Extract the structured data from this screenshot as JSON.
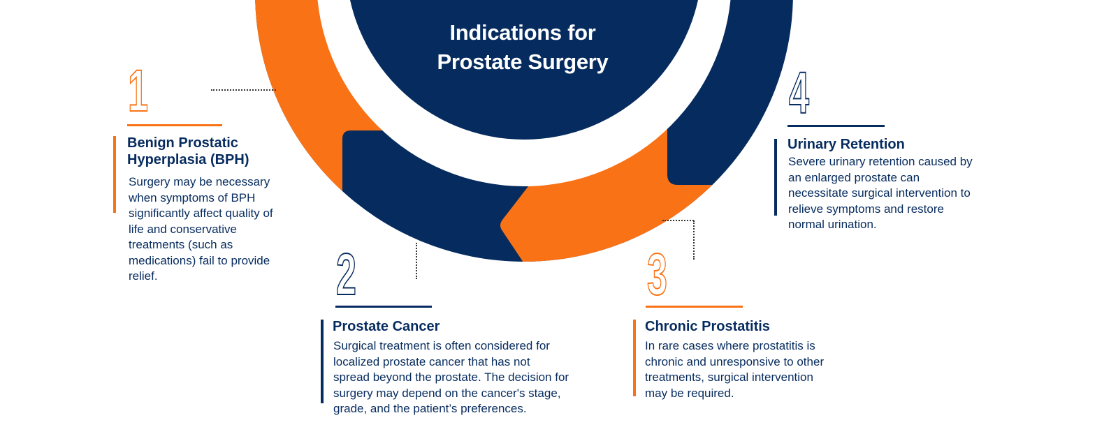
{
  "title": {
    "line1": "Indications for",
    "line2": "Prostate Surgery"
  },
  "colors": {
    "navy": "#062b5e",
    "orange": "#f97316"
  },
  "items": [
    {
      "number": "1",
      "title": "Benign Prostatic\nHyperplasia (BPH)",
      "description": "Surgery may be necessary\nwhen symptoms of BPH\nsignificantly affect quality of\nlife and conservative\ntreatments (such as\nmedications) fail to provide\nrelief."
    },
    {
      "number": "2",
      "title": "Prostate Cancer",
      "description": "Surgical treatment is often considered for\nlocalized prostate cancer that has not\nspread beyond the prostate. The decision for\nsurgery may depend on the cancer's stage,\ngrade, and the patient’s preferences."
    },
    {
      "number": "3",
      "title": "Chronic Prostatitis",
      "description": " In rare cases where prostatitis is\nchronic and unresponsive to other\ntreatments, surgical intervention\nmay be required."
    },
    {
      "number": "4",
      "title": "Urinary Retention",
      "description": "Severe urinary retention caused by\nan enlarged prostate can\nnecessitate surgical intervention to\nrelieve symptoms and restore\nnormal urination."
    }
  ]
}
